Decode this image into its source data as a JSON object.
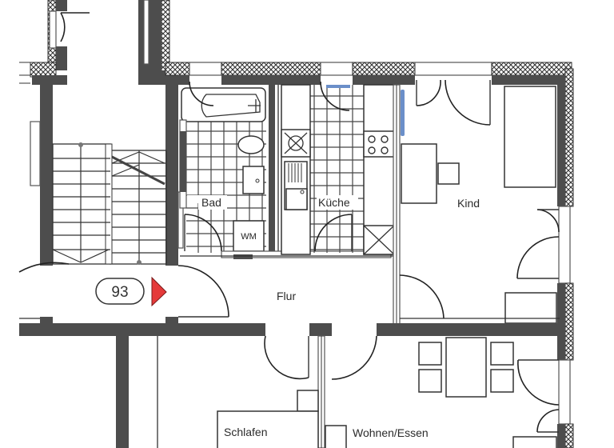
{
  "plan": {
    "type": "apartment-floor-plan",
    "unit_number": "93",
    "entry_marker_color": "#e53a3a",
    "wall_color": "#4d4d4d",
    "radiator_color": "#6b8fc9"
  },
  "rooms": {
    "bad": {
      "label": "Bad"
    },
    "kueche": {
      "label": "Küche"
    },
    "kind": {
      "label": "Kind"
    },
    "flur": {
      "label": "Flur"
    },
    "schlafen": {
      "label": "Schlafen"
    },
    "wohnen": {
      "label": "Wohnen/Essen"
    }
  },
  "fixtures": {
    "washing_machine": {
      "label": "WM"
    }
  }
}
